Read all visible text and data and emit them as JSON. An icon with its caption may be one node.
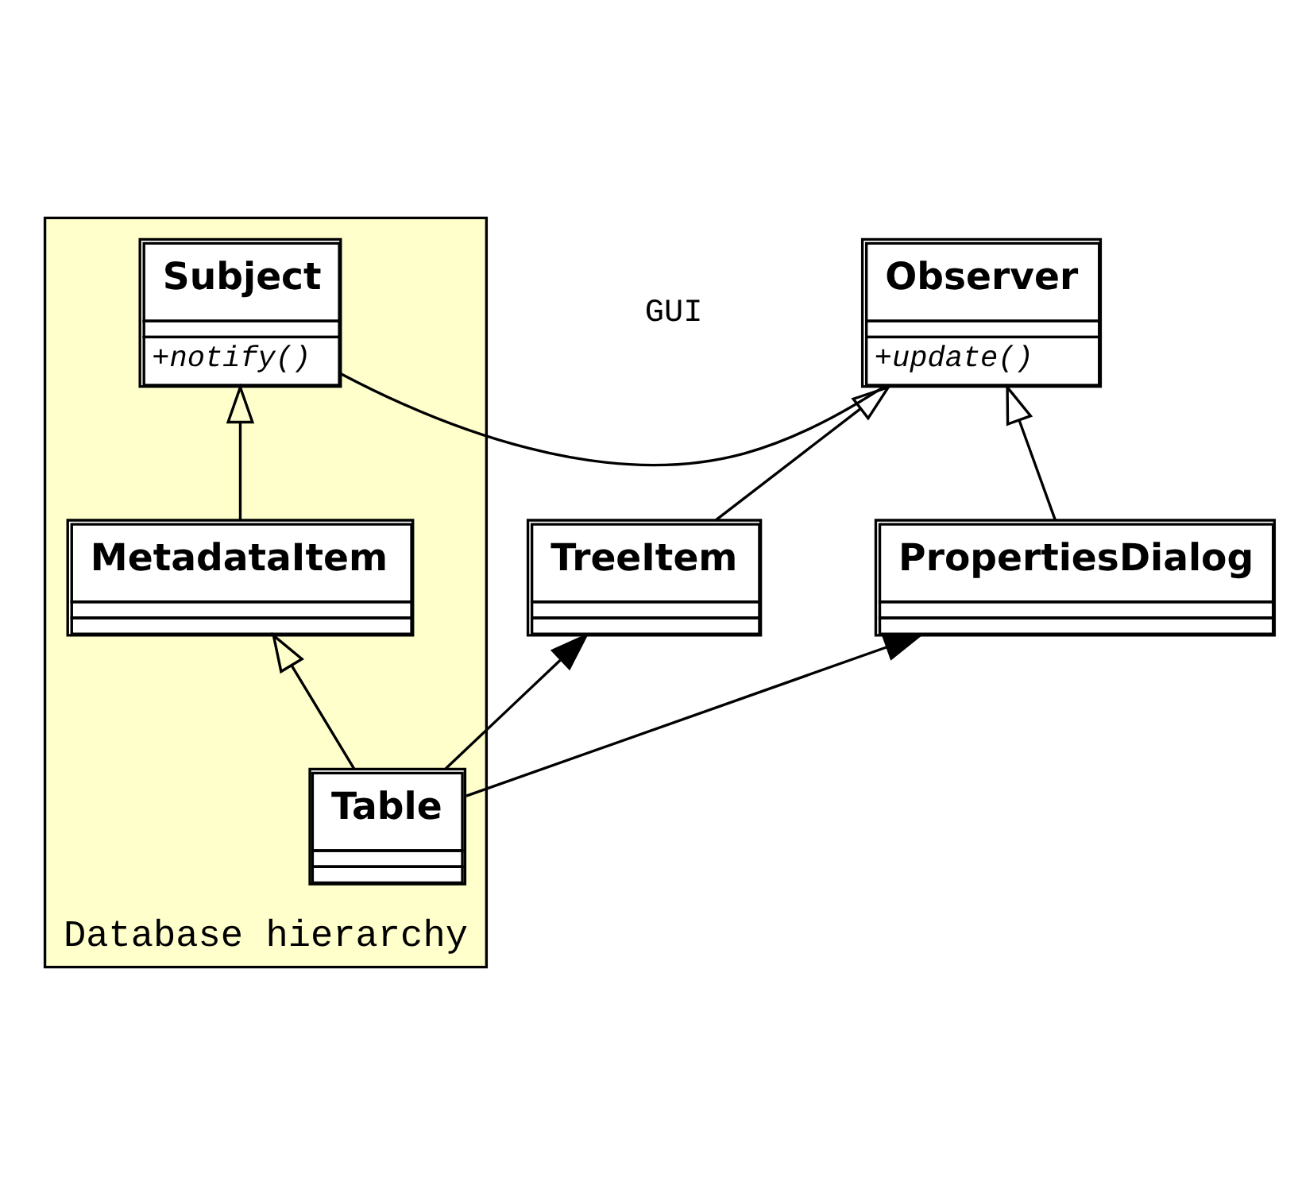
{
  "diagram": {
    "nodes": [
      {
        "text": [
          "Database hierarchy"
        ]
      },
      {
        "text": [
          "Observer",
          "+update()"
        ]
      },
      {
        "text": [
          "Subject",
          "+notify()"
        ],
        "in": 0
      },
      {
        "text": [
          "MetadataItem"
        ],
        "in": 0
      },
      {
        "text": [
          "TreeItem"
        ]
      },
      {
        "text": [
          "Table"
        ],
        "in": 0
      },
      {
        "text": [
          "PropertiesDialog"
        ]
      }
    ],
    "edges": [
      {
        "from": 1,
        "to": 2,
        "arrow": "none"
      },
      {
        "from": 4,
        "to": 1,
        "arrow": "to"
      },
      {
        "from": 6,
        "to": 1,
        "arrow": "to"
      },
      {
        "from": 3,
        "to": 2,
        "arrow": "to"
      },
      {
        "from": 5,
        "to": 3,
        "arrow": "to"
      },
      {
        "from": 5,
        "to": 4,
        "arrow": "to"
      },
      {
        "from": 5,
        "to": 6,
        "arrow": "to"
      }
    ],
    "labels": [
      "GUI"
    ]
  }
}
